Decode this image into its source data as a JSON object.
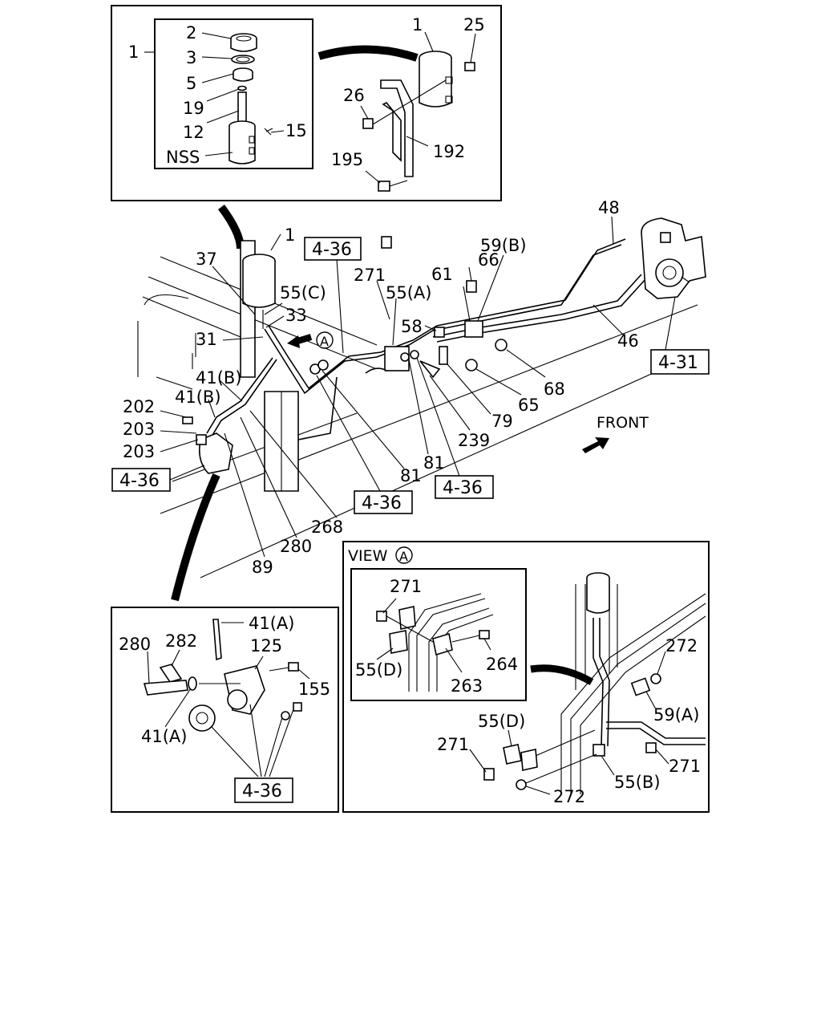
{
  "front_label": "FRONT",
  "view_title": "VIEW",
  "view_letter": "A",
  "circle_letter_main": "A",
  "callouts": {
    "top_assembly": "1",
    "top_2": "2",
    "top_3": "3",
    "top_5": "5",
    "top_19": "19",
    "top_12": "12",
    "top_15": "15",
    "top_nss": "NSS",
    "top_1_right": "1",
    "top_25": "25",
    "top_26": "26",
    "top_192": "192",
    "top_195": "195",
    "m_1": "1",
    "m_37": "37",
    "m_55c": "55(C)",
    "m_33": "33",
    "m_31": "31",
    "m_41b_1": "41(B)",
    "m_41b_2": "41(B)",
    "m_202": "202",
    "m_203a": "203",
    "m_203b": "203",
    "m_271": "271",
    "m_55a": "55(A)",
    "m_61": "61",
    "m_66": "66",
    "m_59b": "59(B)",
    "m_58": "58",
    "m_48": "48",
    "m_46": "46",
    "m_68": "68",
    "m_65": "65",
    "m_79": "79",
    "m_239": "239",
    "m_81a": "81",
    "m_81b": "81",
    "m_268": "268",
    "m_280": "280",
    "m_89": "89",
    "bl_41a_top": "41(A)",
    "bl_280": "280",
    "bl_282": "282",
    "bl_125": "125",
    "bl_155": "155",
    "bl_41a_bot": "41(A)",
    "va_271": "271",
    "va_55d": "55(D)",
    "va_264": "264",
    "va_263": "263",
    "va_272a": "272",
    "va_59a": "59(A)",
    "va_55d_2": "55(D)",
    "va_271b": "271",
    "va_271c": "271",
    "va_55b": "55(B)",
    "va_272b": "272"
  },
  "ref_boxes": {
    "r1": "4-36",
    "r2": "4-36",
    "r3": "4-36",
    "r4": "4-36",
    "r5": "4-31",
    "r6": "4-36"
  }
}
